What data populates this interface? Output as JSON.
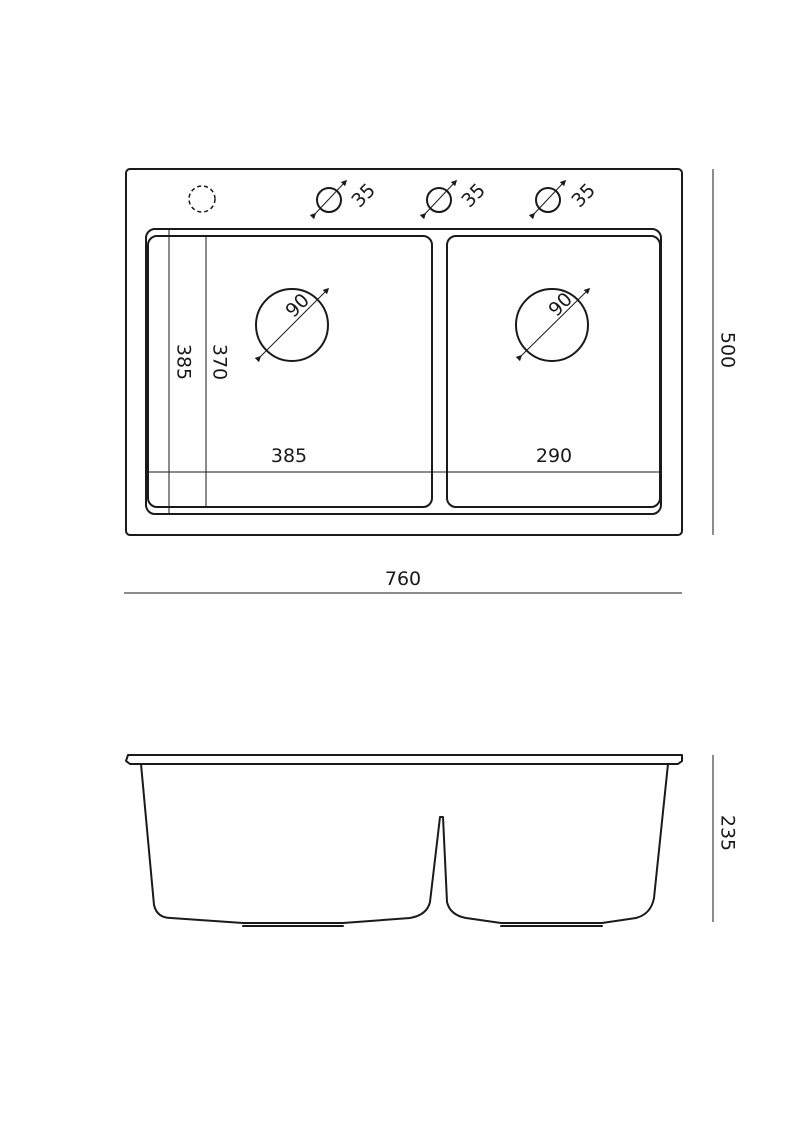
{
  "top_view": {
    "tap_hole_label": "35",
    "bowl_left": {
      "width_label": "385",
      "inner_depth_label": "370",
      "outer_depth_label": "385",
      "drain_label": "90"
    },
    "bowl_right": {
      "width_label": "290",
      "drain_label": "90"
    }
  },
  "overall": {
    "width_label": "760",
    "depth_label": "500"
  },
  "side_view": {
    "height_label": "235"
  }
}
